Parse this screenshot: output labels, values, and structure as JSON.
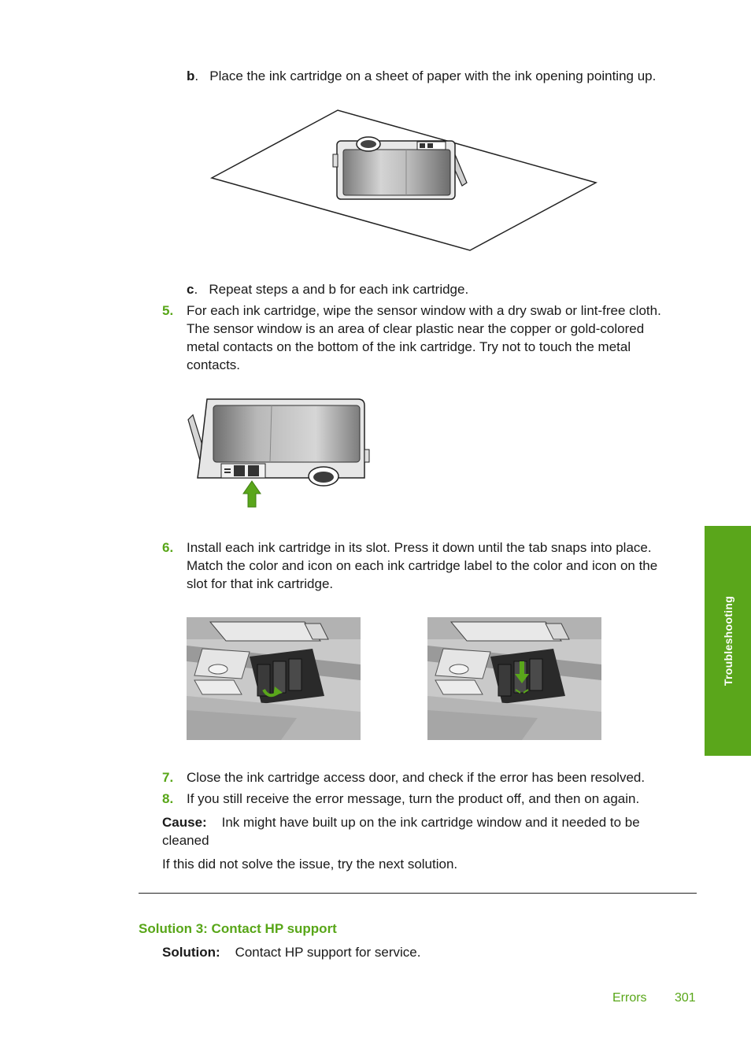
{
  "step_b": {
    "label": "b",
    "text": "Place the ink cartridge on a sheet of paper with the ink opening pointing up."
  },
  "step_c": {
    "label": "c",
    "text": "Repeat steps a and b for each ink cartridge."
  },
  "step_5": {
    "number": "5.",
    "lines": [
      "For each ink cartridge, wipe the sensor window with a dry swab or lint-free cloth.",
      "The sensor window is an area of clear plastic near the copper or gold-colored",
      "metal contacts on the bottom of the ink cartridge. Try not to touch the metal",
      "contacts."
    ]
  },
  "step_6": {
    "number": "6.",
    "lines": [
      "Install each ink cartridge in its slot. Press it down until the tab snaps into place.",
      "Match the color and icon on each ink cartridge label to the color and icon on the",
      "slot for that ink cartridge."
    ]
  },
  "step_7": {
    "number": "7.",
    "text": "Close the ink cartridge access door, and check if the error has been resolved."
  },
  "step_8": {
    "number": "8.",
    "text": "If you still receive the error message, turn the product off, and then on again."
  },
  "cause": {
    "label": "Cause:",
    "lines": [
      "Ink might have built up on the ink cartridge window and it needed to be",
      "cleaned"
    ]
  },
  "next_solution_note": "If this did not solve the issue, try the next solution.",
  "solution3": {
    "heading": "Solution 3: Contact HP support",
    "label": "Solution:",
    "text": "Contact HP support for service."
  },
  "footer": {
    "section": "Errors",
    "page": "301"
  },
  "side_tab": "Troubleshooting",
  "colors": {
    "accent_green": "#58a618",
    "tab_green": "#5aa61b"
  }
}
